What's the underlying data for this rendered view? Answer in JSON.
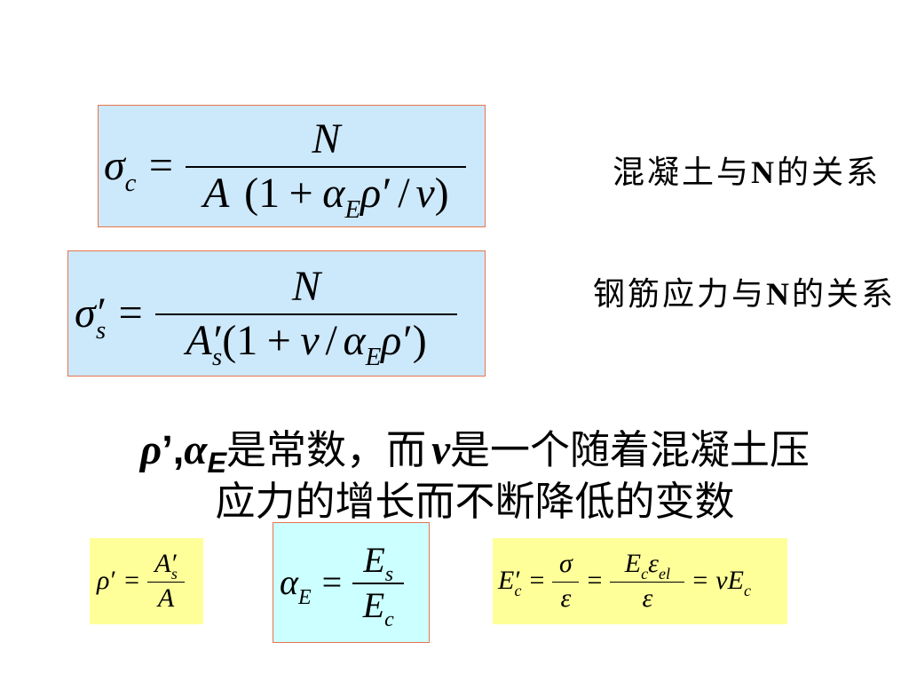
{
  "colors": {
    "box-blue": "#cce8fb",
    "box-yellow": "#ffff99",
    "box-cyan": "#ccffff",
    "box-border": "#e8744e",
    "text": "#000000"
  },
  "formulas": {
    "concrete": {
      "lhs": "σ",
      "lhs_sub": "c",
      "eq": "=",
      "num": "N",
      "den": [
        "A",
        "(",
        "1",
        "+",
        "α",
        "E",
        "ρ",
        "′",
        "/",
        "ν",
        ")"
      ]
    },
    "steel": {
      "lhs": "σ",
      "lhs_prime": "′",
      "lhs_sub": "s",
      "eq": "=",
      "num": "N",
      "den": [
        "A",
        "′",
        "s",
        "(",
        "1",
        "+",
        "ν",
        "/",
        "α",
        "E",
        "ρ",
        "′",
        ")"
      ]
    },
    "rho_prime": {
      "lhs": "ρ",
      "lhs_prime": "′",
      "eq": "=",
      "num": [
        "A",
        "′",
        "s"
      ],
      "den": "A"
    },
    "alpha_e": {
      "lhs": "α",
      "lhs_sub": "E",
      "eq": "=",
      "num": [
        "E",
        "s"
      ],
      "den": [
        "E",
        "c"
      ]
    },
    "secant_modulus": {
      "lhs": "E",
      "lhs_prime": "′",
      "lhs_sub": "c",
      "eq1": "=",
      "frac1_num": "σ",
      "frac1_den": "ε",
      "eq2": "=",
      "frac2_num": [
        "E",
        "c",
        "ε",
        "el"
      ],
      "frac2_den": "ε",
      "eq3": "=",
      "rhs": [
        "ν",
        "E",
        "c"
      ]
    }
  },
  "labels": {
    "concrete": [
      "混凝土与",
      "N",
      "的关系"
    ],
    "steel": [
      "钢筋应力与",
      "N",
      "的关系"
    ]
  },
  "statement": {
    "line1": [
      "ρ",
      "’",
      ",",
      "α",
      "E",
      "是常数，而",
      "ν",
      "是一个随着混凝土压"
    ],
    "line2": "应力的增长而不断降低的变数"
  }
}
